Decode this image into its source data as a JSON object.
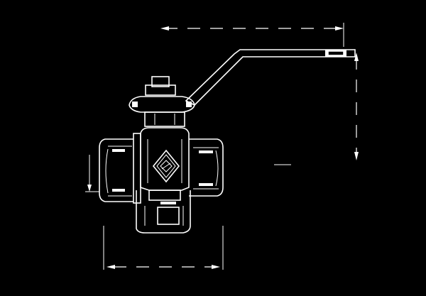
{
  "drawing": {
    "subject": "three-way-ball-valve",
    "view": "technical-line-drawing",
    "colors": {
      "background": "#000000",
      "line": "#ffffff"
    },
    "parts": [
      "lever-handle",
      "stem-nut",
      "gland-plate",
      "valve-body",
      "left-threaded-port",
      "right-threaded-port",
      "bottom-threaded-port",
      "manufacturer-logo"
    ],
    "dimension_lines": [
      "top-width-dimension",
      "right-height-dimension",
      "left-port-dimension",
      "bottom-width-dimension"
    ],
    "logo_icon": "diamond-logo-icon"
  }
}
